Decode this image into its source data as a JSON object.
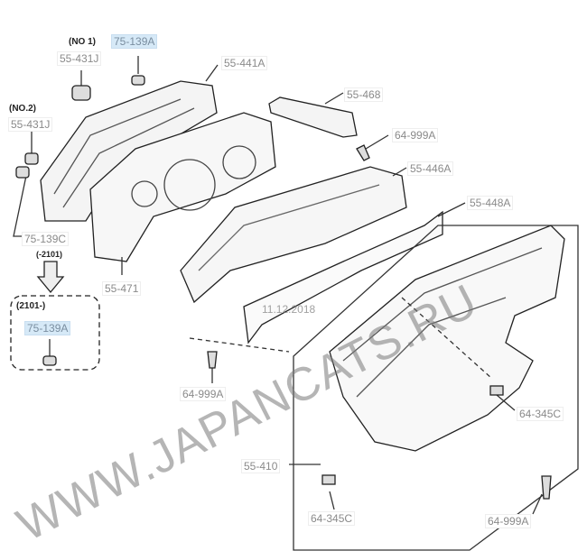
{
  "diagram": {
    "watermark": "WWW.JAPANCATS.RU",
    "date_stamp": "11.12.2018",
    "notes": {
      "no1": "(NO 1)",
      "no2": "(NO.2)",
      "until_2101": "(-2101)",
      "from_2101": "(2101-)"
    },
    "parts": [
      {
        "id": "p1",
        "label": "75-139A",
        "highlighted": true
      },
      {
        "id": "p2",
        "label": "55-431J",
        "highlighted": false
      },
      {
        "id": "p3",
        "label": "55-441A",
        "highlighted": false
      },
      {
        "id": "p4",
        "label": "55-431J",
        "highlighted": false
      },
      {
        "id": "p5",
        "label": "55-468",
        "highlighted": false
      },
      {
        "id": "p6",
        "label": "64-999A",
        "highlighted": false
      },
      {
        "id": "p7",
        "label": "55-446A",
        "highlighted": false
      },
      {
        "id": "p8",
        "label": "55-448A",
        "highlighted": false
      },
      {
        "id": "p9",
        "label": "75-139C",
        "highlighted": false
      },
      {
        "id": "p10",
        "label": "55-471",
        "highlighted": false
      },
      {
        "id": "p11",
        "label": "75-139A",
        "highlighted": true
      },
      {
        "id": "p12",
        "label": "64-999A",
        "highlighted": false
      },
      {
        "id": "p13",
        "label": "64-345C",
        "highlighted": false
      },
      {
        "id": "p14",
        "label": "55-410",
        "highlighted": false
      },
      {
        "id": "p15",
        "label": "64-345C",
        "highlighted": false
      },
      {
        "id": "p16",
        "label": "64-999A",
        "highlighted": false
      }
    ]
  }
}
